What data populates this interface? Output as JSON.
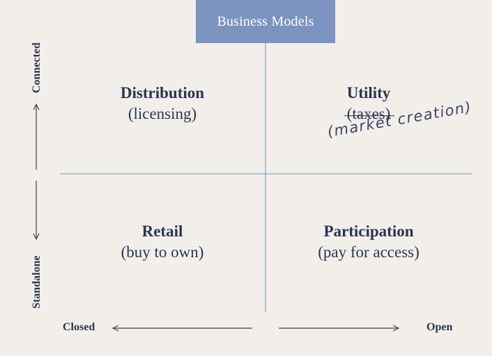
{
  "title": "Business Models",
  "quadrants": {
    "top_left": {
      "title": "Distribution",
      "subtitle": "(licensing)"
    },
    "top_right": {
      "title": "Utility",
      "subtitle": "(taxes)",
      "annotation": "(market creation)"
    },
    "bottom_left": {
      "title": "Retail",
      "subtitle": "(buy to own)"
    },
    "bottom_right": {
      "title": "Participation",
      "subtitle": "(pay for access)"
    }
  },
  "axes": {
    "y_top": "Connected",
    "y_bottom": "Standalone",
    "x_left": "Closed",
    "x_right": "Open"
  },
  "colors": {
    "background": "#f2efea",
    "title_box": "#7a93bf",
    "grid_line": "#8ea3c7",
    "text": "#2b3550"
  }
}
